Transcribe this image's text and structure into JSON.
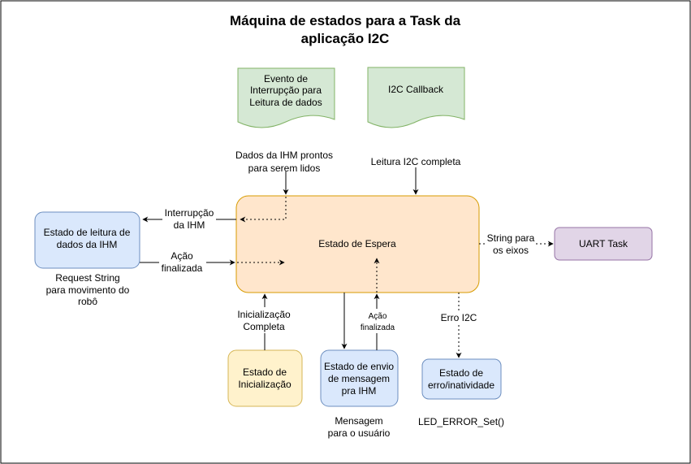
{
  "title": {
    "line1": "Máquina de estados para a Task da",
    "line2": "aplicação I2C"
  },
  "nodes": {
    "interrupt_event": {
      "line1": "Evento de",
      "line2": "Interrupção para",
      "line3": "Leitura de dados"
    },
    "i2c_callback": {
      "label": "I2C Callback"
    },
    "wait_state": {
      "label": "Estado de Espera"
    },
    "read_state": {
      "line1": "Estado de leitura de",
      "line2": "dados da IHM"
    },
    "uart_task": {
      "label": "UART Task"
    },
    "init_state": {
      "line1": "Estado de",
      "line2": "Inicialização"
    },
    "send_state": {
      "line1": "Estado de envio",
      "line2": "de mensagem",
      "line3": "pra IHM"
    },
    "error_state": {
      "line1": "Estado de",
      "line2": "erro/inatividade"
    }
  },
  "edges": {
    "data_ready": {
      "line1": "Dados da IHM prontos",
      "line2": "para serem lidos"
    },
    "read_complete": {
      "label": "Leitura I2C completa"
    },
    "interrupt_ihm": {
      "line1": "Interrupção",
      "line2": "da IHM"
    },
    "action_done_left": {
      "line1": "Ação",
      "line2": "finalizada"
    },
    "string_axes": {
      "line1": "String para",
      "line2": "os eixos"
    },
    "init_complete": {
      "line1": "Inicialização",
      "line2": "Completa"
    },
    "action_done_bottom": {
      "line1": "Ação",
      "line2": "finalizada"
    },
    "i2c_error": {
      "label": "Erro I2C"
    }
  },
  "notes": {
    "request_string": {
      "line1": "Request String",
      "line2": "para movimento do",
      "line3": "robô"
    },
    "message_user": {
      "line1": "Mensagem",
      "line2": "para o usuário"
    },
    "led_error": {
      "label": "LED_ERROR_Set()"
    }
  },
  "colors": {
    "event_fill": "#d5e8d4",
    "event_stroke": "#82b366",
    "wait_fill": "#ffe6cc",
    "wait_stroke": "#d79b00",
    "state_fill": "#dae8fc",
    "state_stroke": "#6c8ebf",
    "init_fill": "#fff2cc",
    "init_stroke": "#d6b656",
    "uart_fill": "#e1d5e7",
    "uart_stroke": "#9673a6"
  }
}
